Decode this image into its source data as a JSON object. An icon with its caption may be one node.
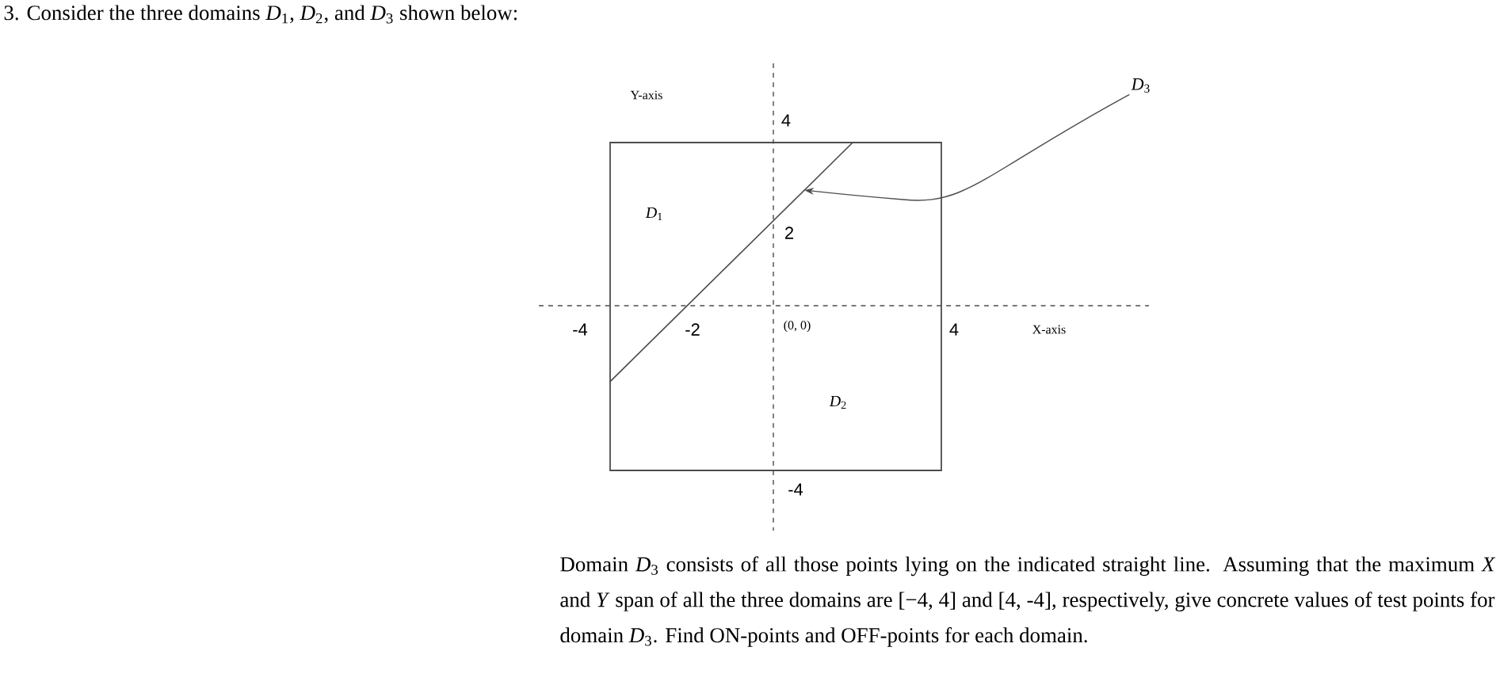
{
  "diagram": {
    "title": "3. Consider the three domains *D*$_{1}$, *D*$_{2}$, and *D*$_{3}$ shown below:",
    "caption": "Domain *D*$_{3}$ consists of all those points lying on the indicated straight line. Assuming that the maximum *X* and *Y* span of all the three domains are [−4, 4] and [4, -4], respectively, give concrete values of test points for domain *D*$_{3}$. Find ON-points and OFF-points for each domain.",
    "nodes": [
      {
        "text": [
          "*D*$_{3}$"
        ]
      },
      {
        "text": [],
        "shape": "line"
      }
    ],
    "edges": [
      {
        "from": 0,
        "to": 1,
        "arrow": "to"
      }
    ],
    "labels": [
      "Y-axis",
      "4",
      "*D*$_{1}$",
      "2",
      "-4",
      "-2",
      "(0, 0)",
      "4",
      "X-axis",
      "*D*$_{2}$",
      "-4"
    ]
  }
}
